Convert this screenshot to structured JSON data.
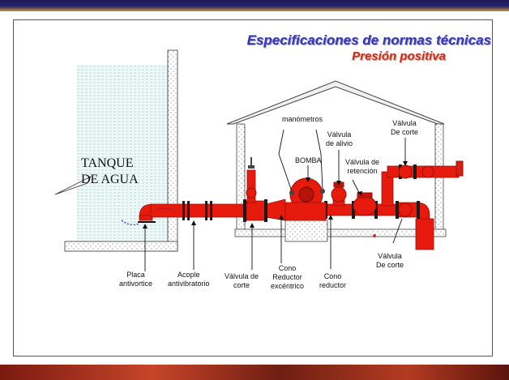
{
  "title": {
    "main": "Especificaciones de normas técnicas",
    "sub": "Presión positiva"
  },
  "tank": {
    "line1": "TANQUE",
    "line2": "DE AGUA"
  },
  "labels": {
    "manometros": "manómetros",
    "valvula_alivio": [
      "Válvula",
      "de alivio"
    ],
    "bomba": "BOMBA",
    "valvula_retencion": [
      "Válvula de",
      "retención"
    ],
    "valvula_corte_top": [
      "Válvula",
      "De corte"
    ],
    "valvula_corte_right": [
      "Válvula",
      "De corte"
    ],
    "placa": [
      "Placa",
      "antivortice"
    ],
    "acople": [
      "Acople",
      "antivibratorio"
    ],
    "valvula_corte_bottom": [
      "Válvula de",
      "corte"
    ],
    "cono_excentrico": [
      "Cono",
      "Reductor",
      "excéntrico"
    ],
    "cono_reductor": [
      "Cono",
      "reductor"
    ]
  },
  "colors": {
    "pipe": "#e61b0e",
    "pipe_dark": "#9c0f06",
    "title_blue": "#3737b0",
    "title_red": "#c3301e"
  }
}
